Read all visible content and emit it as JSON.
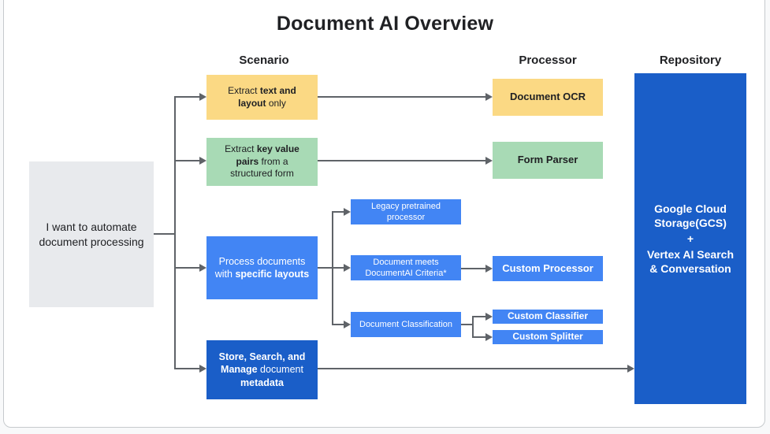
{
  "title": "Document AI Overview",
  "column_headers": {
    "scenario": "Scenario",
    "processor": "Processor",
    "repository": "Repository"
  },
  "start_box": {
    "text": "I want to automate document processing"
  },
  "scenarios": {
    "extract_text": {
      "pre": "Extract ",
      "bold": "text and layout",
      "post": " only"
    },
    "extract_kv": {
      "pre": "Extract ",
      "bold": "key value pairs",
      "post": " from a structured form"
    },
    "specific_layouts": {
      "pre": "Process documents with ",
      "bold": "specific layouts",
      "post": ""
    },
    "store_search": {
      "bold1": "Store, Search, and Manage",
      "mid": " document ",
      "bold2": "metadata"
    }
  },
  "processors": {
    "document_ocr": "Document OCR",
    "form_parser": "Form Parser",
    "legacy_pretrained": "Legacy pretrained processor",
    "criteria": "Document meets DocumentAI Criteria*",
    "custom_processor": "Custom Processor",
    "doc_classification": "Document Classification",
    "custom_classifier": "Custom Classifier",
    "custom_splitter": "Custom Splitter"
  },
  "repository_box": {
    "line1": "Google Cloud Storage(GCS)",
    "line2": "+",
    "line3": "Vertex AI Search & Conversation"
  },
  "colors": {
    "yellow": "#fbd984",
    "green": "#a8dab5",
    "blue": "#4285f4",
    "dark_blue": "#1a5ec8",
    "gray": "#e8eaed",
    "connector": "#5f6368",
    "text_dark": "#202124"
  }
}
